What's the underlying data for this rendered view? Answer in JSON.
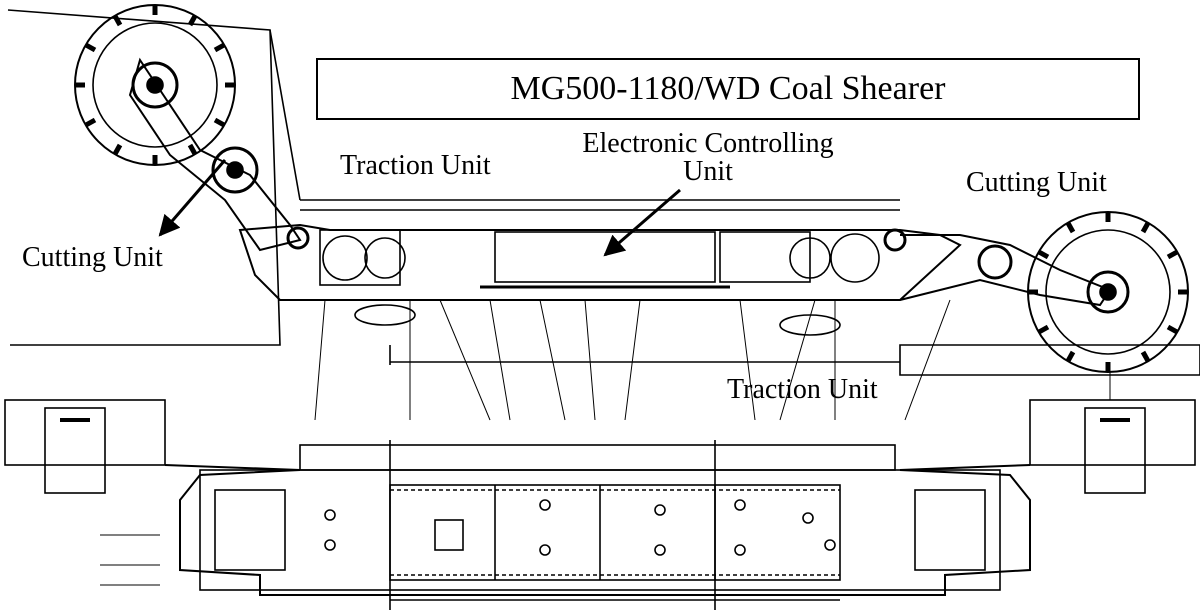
{
  "title": "MG500-1180/WD Coal Shearer",
  "labels": {
    "cutting_unit_left": "Cutting Unit",
    "cutting_unit_right": "Cutting Unit",
    "traction_unit_left": "Traction Unit",
    "traction_unit_right": "Traction Unit",
    "electronic_line1": "Electronic Controlling",
    "electronic_line2": "Unit"
  },
  "colors": {
    "ink": "#000000",
    "paper": "#ffffff"
  }
}
